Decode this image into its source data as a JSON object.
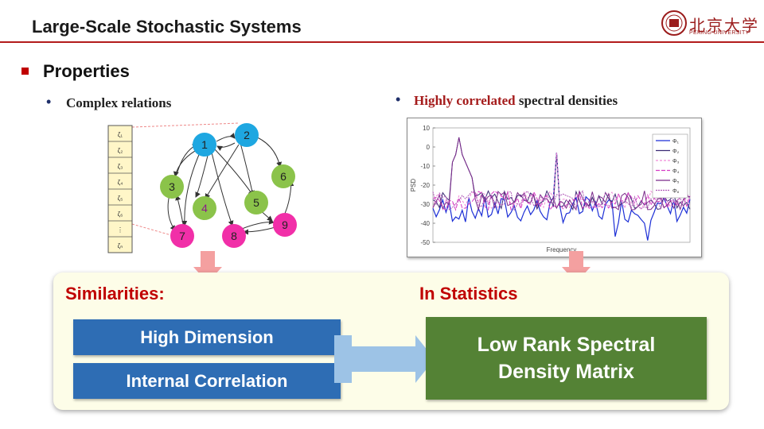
{
  "header": {
    "title": "Large-Scale Stochastic Systems",
    "logo_text": "北京大学",
    "logo_subtitle": "PEKING UNIVERSITY"
  },
  "section": {
    "title": "Properties"
  },
  "bullets": {
    "left": "Complex relations",
    "right_highlight": "Highly correlated",
    "right_rest": " spectral densities"
  },
  "vector": {
    "labels": [
      "ζ₁",
      "ζ₂",
      "ζ₃",
      "ζ₄",
      "ζ₅",
      "ζ₆",
      "⋮",
      "ζₙ"
    ]
  },
  "graph": {
    "nodes": [
      {
        "label": "1",
        "color": "#1ea7e1"
      },
      {
        "label": "2",
        "color": "#1ea7e1"
      },
      {
        "label": "3",
        "color": "#8bc34a"
      },
      {
        "label": "4",
        "color": "#8bc34a"
      },
      {
        "label": "5",
        "color": "#8bc34a"
      },
      {
        "label": "6",
        "color": "#8bc34a"
      },
      {
        "label": "7",
        "color": "#f12fa8"
      },
      {
        "label": "8",
        "color": "#f12fa8"
      },
      {
        "label": "9",
        "color": "#f12fa8"
      }
    ]
  },
  "plot": {
    "ylabel": "PSD",
    "xlabel": "Frequency",
    "yticks": [
      "10",
      "0",
      "-10",
      "-20",
      "-30",
      "-40",
      "-50"
    ],
    "legend": [
      "Φ₁",
      "Φ₂",
      "Φ₃",
      "Φ₄",
      "Φ₅",
      "Φ₆"
    ]
  },
  "panel": {
    "similarities_label": "Similarities:",
    "statistics_label": "In Statistics",
    "box_high_dimension": "High Dimension",
    "box_internal_correlation": "Internal Correlation",
    "box_low_rank_line1": "Low Rank Spectral",
    "box_low_rank_line2": "Density Matrix"
  },
  "colors": {
    "accent_red": "#c00000",
    "box_blue": "#2e6db4",
    "box_green": "#548235",
    "arrow_pink": "#f4a0a0",
    "arrow_lightblue": "#9dc3e6"
  }
}
